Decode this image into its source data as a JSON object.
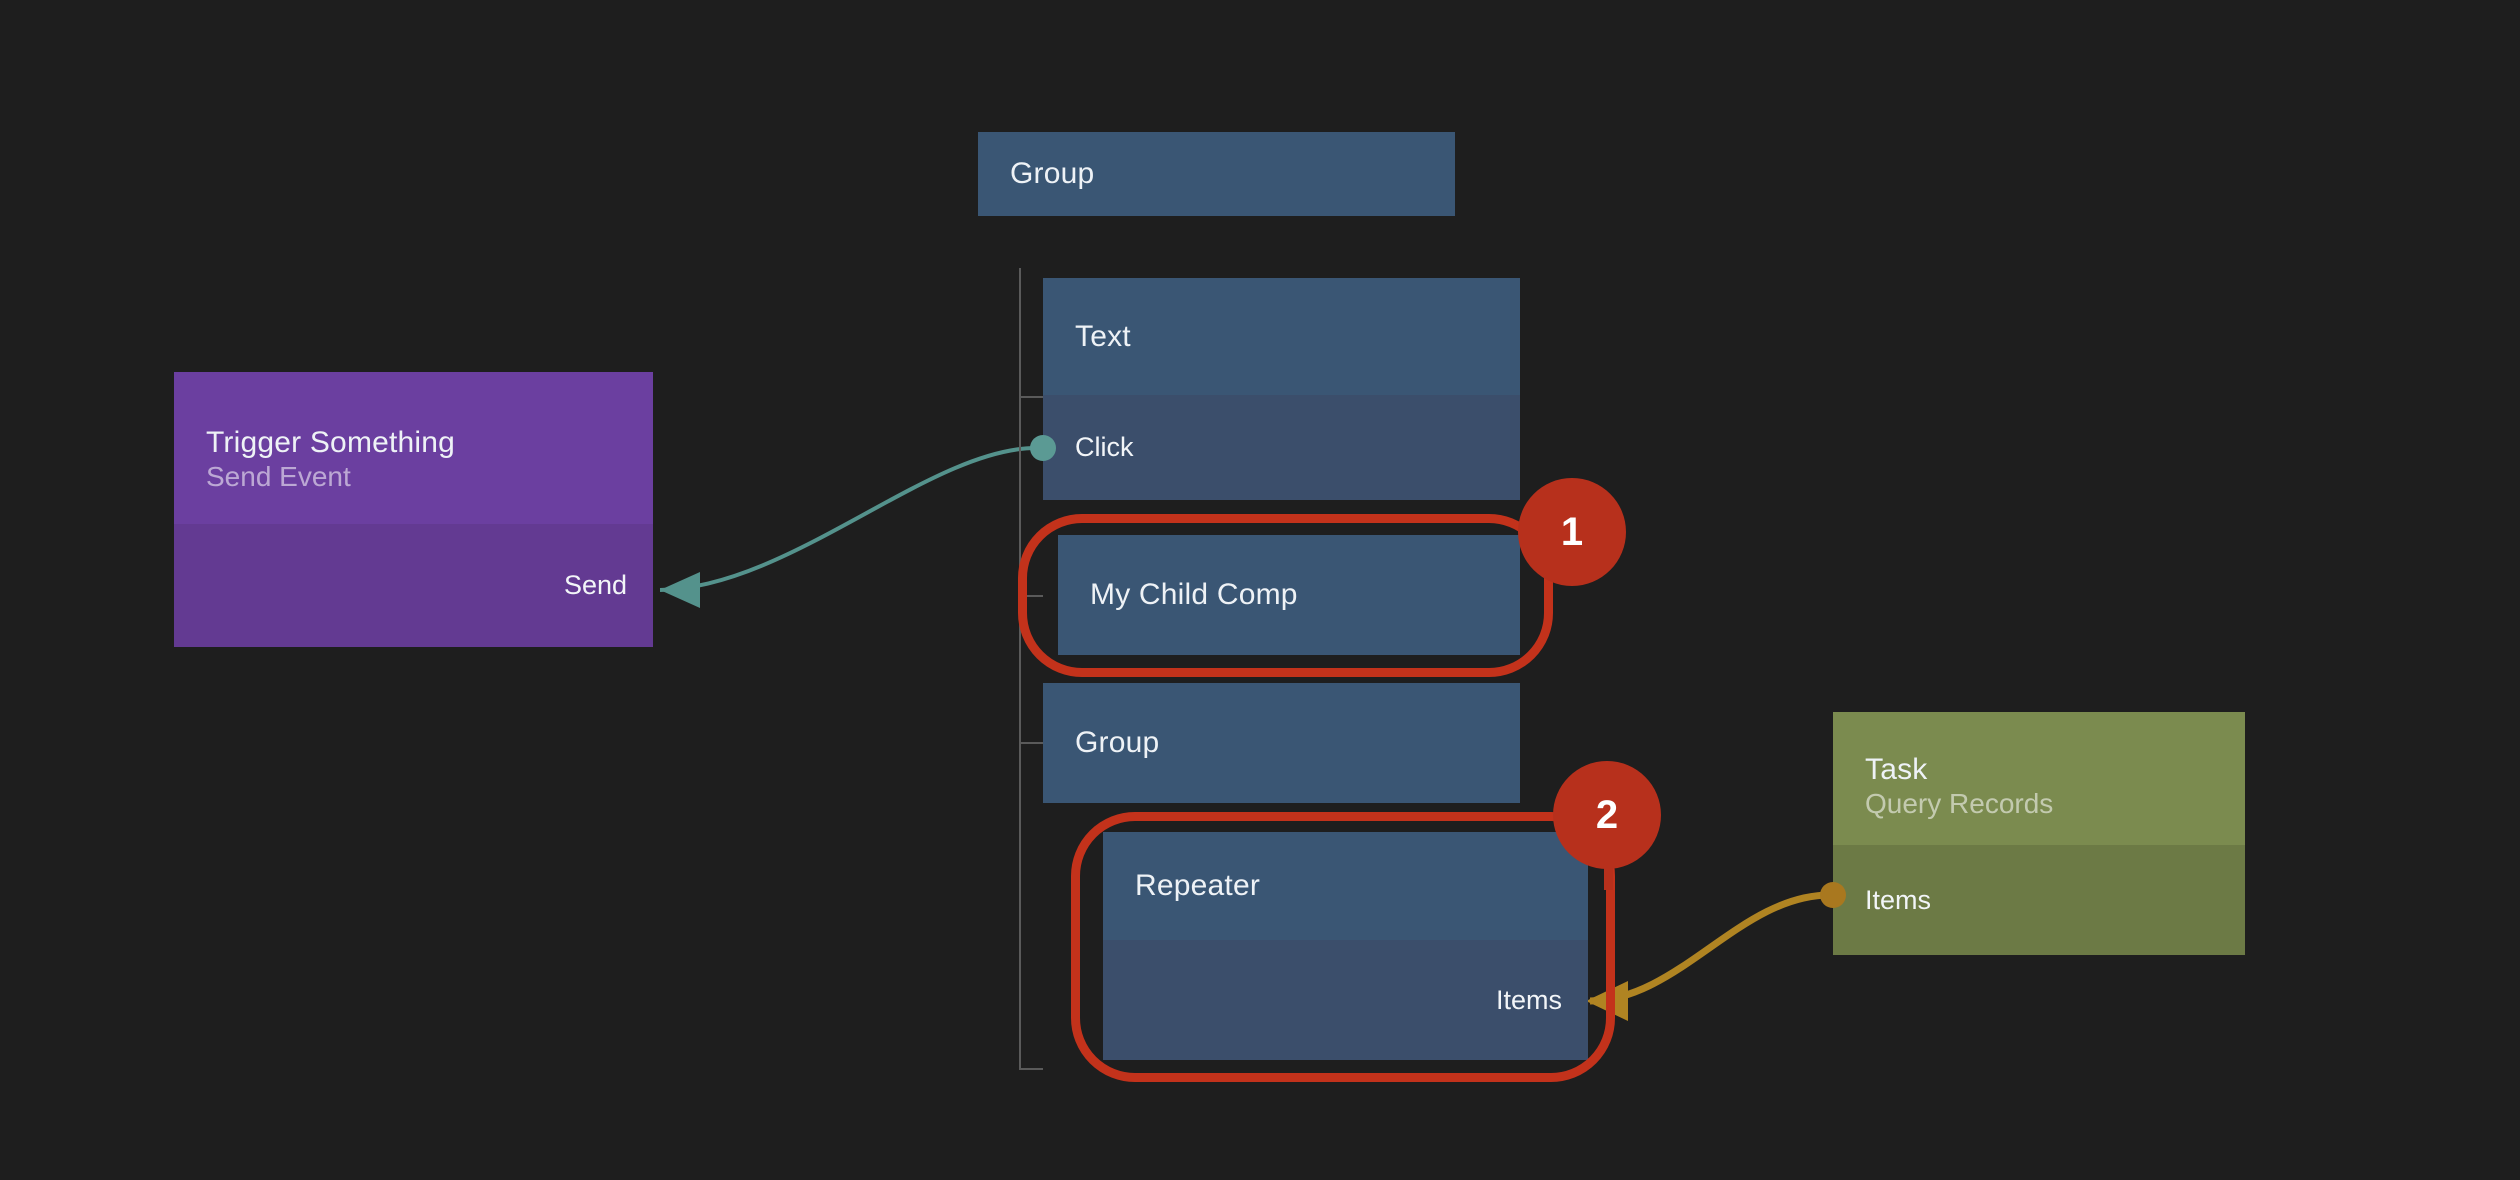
{
  "canvas": {
    "background": "#1e1e1e",
    "label": "node-graph-canvas"
  },
  "palette": {
    "blue_header": "#3a5674",
    "blue_body": "#3b4e6b",
    "purple_header": "#6b3fa0",
    "purple_body": "#633a92",
    "green_header": "#7b8b4f",
    "green_body": "#6c7a45",
    "annotation_red": "#c3321b",
    "badge_red": "#b7301c",
    "event_wire": "#54928c",
    "data_wire": "#b08422",
    "tree_line": "#5a5a5a"
  },
  "nodes": {
    "root_group": {
      "title": "Group",
      "kind": "blue"
    },
    "text": {
      "title": "Text",
      "port_in": "Click",
      "kind": "blue"
    },
    "my_child_comp": {
      "title": "My Child Comp",
      "kind": "blue"
    },
    "child_group": {
      "title": "Group",
      "kind": "blue"
    },
    "repeater": {
      "title": "Repeater",
      "port_out": "Items",
      "kind": "blue"
    },
    "trigger": {
      "title": "Trigger Something",
      "subtitle": "Send Event",
      "port_out": "Send",
      "kind": "purple"
    },
    "task": {
      "title": "Task",
      "subtitle": "Query Records",
      "port_in": "Items",
      "kind": "green"
    }
  },
  "annotations": [
    {
      "number": "1",
      "target": "my-child-comp-node"
    },
    {
      "number": "2",
      "target": "repeater-node"
    }
  ]
}
